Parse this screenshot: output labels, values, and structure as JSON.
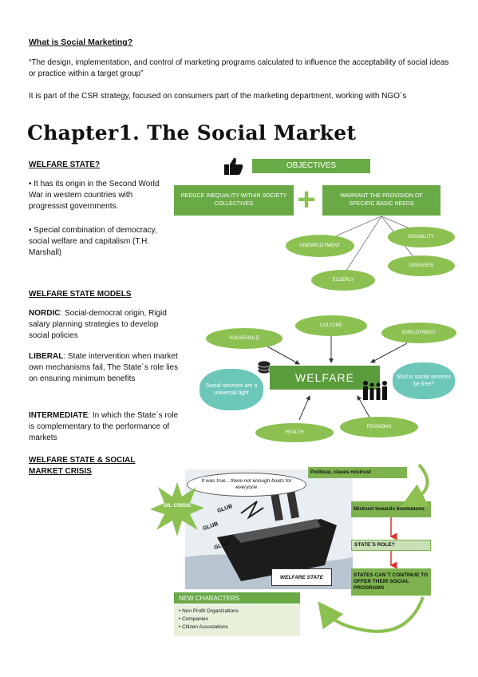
{
  "intro": {
    "heading": "What is Social Marketing?",
    "quote": "“The design, implementation, and control of marketing programs calculated to influence the acceptability of social ideas or practice within a target group”",
    "csr": "It is part of the CSR strategy, focused on consumers part of the marketing department, working with NGO´s"
  },
  "chapter_title": "Chapter1. The Social Market",
  "welfare_state": {
    "heading": "WELFARE STATE?",
    "bullets": [
      "• It has its origin in the Second World War in western countries with progressist governments.",
      "• Special combination of democracy, social welfare and capitalism (T.H. Marshall)"
    ]
  },
  "objectives": {
    "header": "OBJECTIVES",
    "left": "REDUCE INEQUALITY WITHIN SOCIETY COLLECTIVES",
    "plus": "+",
    "right": "WARRANT THE PROVISION OF SPECIFIC BASIC NEEDS",
    "needs": [
      "UNEMPLOYMENT",
      "DISABILITY",
      "DISEASES",
      "ELDERLY"
    ]
  },
  "models": {
    "heading": "WELFARE STATE MODELS",
    "items": [
      {
        "label": "NORDIC",
        "text": ": Social-democrat origin, Rigid salary planning strategies to develop social policies"
      },
      {
        "label": "LIBERAL",
        "text": ": State intervention when market own mechanisms fail, The State´s role lies on ensuring minimum benefits"
      },
      {
        "label": "INTERMEDIATE",
        "text": ": In which the State´s role is complementary to the performance of markets"
      }
    ]
  },
  "welfare_diagram": {
    "center": "WELFARE",
    "household": "HOUSEHOLD",
    "culture": "CULTURE",
    "employment": "EMPLOYMENT",
    "health": "HEALTH",
    "pensions": "PENSIONS",
    "bubble_left": "Social services are a universal right",
    "bubble_right": "Shol is social services be free?"
  },
  "crisis": {
    "heading": "WELFARE STATE & SOCIAL MARKET CRISIS",
    "speech": "It was true…there not enough boats for everyone",
    "oil": "OIL CRISIS",
    "glub": [
      "GLUB",
      "GLUB",
      "GLUB"
    ],
    "ship_label": "WELFARE STATE",
    "steps": [
      "Political, clases mistrust",
      "Mistrust towards Institutions",
      "STATE´S ROLE?",
      "STATES CAN´T CONTINUE TO OFFER THEIR SOCIAL PROGRAMS"
    ],
    "new_chars_header": "NEW CHARACTERS",
    "new_chars": [
      "Non Profit Organizations",
      "Companies",
      "Citizen Associations"
    ]
  },
  "colors": {
    "green": "#6aaa46",
    "light_green": "#8cc152",
    "red_arrow": "#d9342b"
  }
}
